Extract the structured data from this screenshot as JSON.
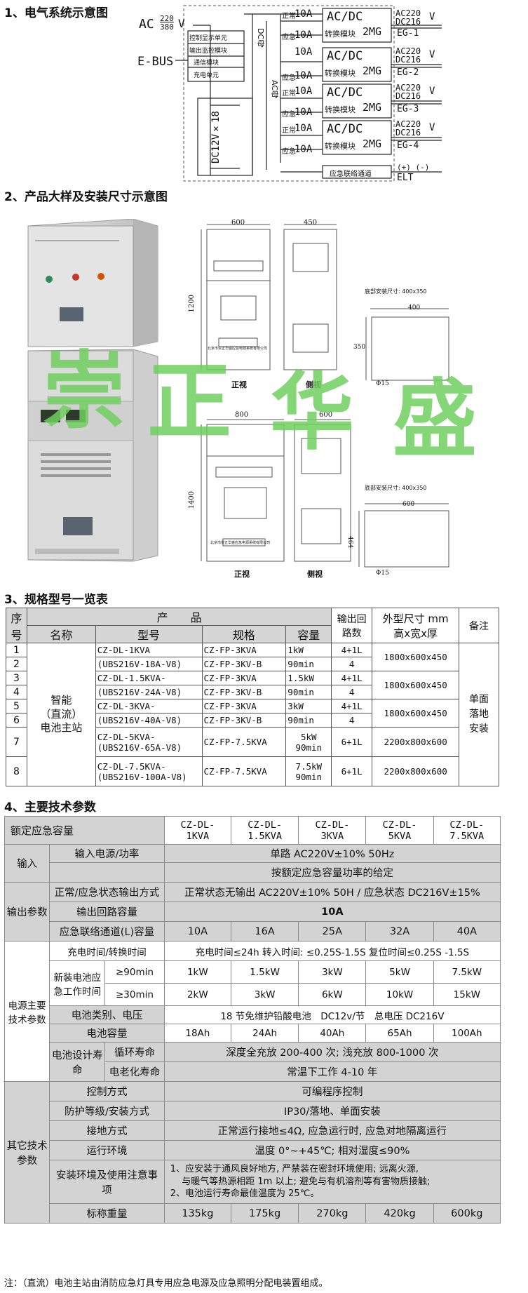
{
  "sections": {
    "s1": "1、电气系统示意图",
    "s2": "2、产品大样及安装尺寸示意图",
    "s3": "3、规格型号一览表",
    "s4": "4、主要技术参数"
  },
  "diagram": {
    "ac_in": "AC",
    "ac_v1": "220",
    "ac_v2": "380",
    "ac_unit": "V",
    "ebus": "E-BUS",
    "modules": [
      "控制显示单元",
      "输出监控模块",
      "通信模块",
      "充电单元"
    ],
    "battery": "DC12V×18",
    "dc_bus": "DC母",
    "ac_bus": "AC母",
    "branches": [
      {
        "normal": "正常",
        "emerg": "应急",
        "amp": "10A",
        "conv1": "AC/DC",
        "conv2": "转换模块",
        "conv3": "2MG",
        "out_ac": "AC220",
        "out_dc": "DC216",
        "out_v": "V",
        "eg": "EG-1"
      },
      {
        "normal": "",
        "emerg": "应急",
        "amp": "10A",
        "conv1": "AC/DC",
        "conv2": "转换模块",
        "conv3": "2MG",
        "out_ac": "AC220",
        "out_dc": "DC216",
        "out_v": "V",
        "eg": "EG-2"
      },
      {
        "normal": "正常",
        "emerg": "应急",
        "amp": "10A",
        "conv1": "AC/DC",
        "conv2": "转换模块",
        "conv3": "2MG",
        "out_ac": "AC220",
        "out_dc": "DC216",
        "out_v": "V",
        "eg": "EG-3"
      },
      {
        "normal": "正常",
        "emerg": "应急",
        "amp": "10A",
        "conv1": "AC/DC",
        "conv2": "转换模块",
        "conv3": "2MG",
        "out_ac": "AC220",
        "out_dc": "DC216",
        "out_v": "V",
        "eg": "EG-4"
      }
    ],
    "link": "应急联络通道",
    "elt_pol": "(+)  (-)",
    "elt": "ELT"
  },
  "drawings": {
    "top": {
      "w_front": "600",
      "w_side": "450",
      "h": "1200",
      "front": "正视",
      "side": "侧视",
      "base_note": "底部安装尺寸: 400x350",
      "base_w": "400",
      "base_h": "350",
      "hole": "Φ15",
      "company": "北京市崇正华盛应急电源系统有限公司"
    },
    "bottom": {
      "w_front": "800",
      "w_side": "600",
      "h": "1400",
      "front": "正视",
      "side": "侧视",
      "base_note": "底部安装尺寸: 400x350",
      "base_w": "600",
      "base_h": "464",
      "hole": "Φ15",
      "company": "北京市崇正华盛应急电源系统有限公司"
    }
  },
  "watermark": [
    "崇",
    "正",
    "华",
    "盛"
  ],
  "spec": {
    "h_seq": "序号",
    "h_product": "产　　品",
    "h_out": "输出回路数",
    "h_dim": "外型尺寸 mm",
    "h_dim2": "高x宽x厚",
    "h_note": "备注",
    "h_name": "名称",
    "h_model": "型号",
    "h_size": "规格",
    "h_cap": "容量",
    "name1": "智能",
    "name2": "（直流）",
    "name3": "电池主站",
    "note1": "单面",
    "note2": "落地",
    "note3": "安装",
    "rows": [
      {
        "no": "1",
        "model": "CZ-DL-1KVA",
        "spec": "CZ-FP-3KVA",
        "cap": "1kW",
        "out": "4+1L"
      },
      {
        "no": "2",
        "model": "(UBS216V-18A-V8)",
        "spec": "CZ-FP-3KV-B",
        "cap": "90min",
        "out": "4"
      },
      {
        "no": "3",
        "model": "CZ-DL-1.5KVA-",
        "spec": "CZ-FP-3KVA",
        "cap": "1.5kW",
        "out": "4+1L"
      },
      {
        "no": "4",
        "model": "(UBS216V-24A-V8)",
        "spec": "CZ-FP-3KV-B",
        "cap": "90min",
        "out": "4"
      },
      {
        "no": "5",
        "model": "CZ-DL-3KVA-",
        "spec": "CZ-FP-3KVA",
        "cap": "3kW",
        "out": "4+1L"
      },
      {
        "no": "6",
        "model": "(UBS216V-40A-V8)",
        "spec": "CZ-FP-3KV-B",
        "cap": "90min",
        "out": "4"
      }
    ],
    "dims": [
      "1800x600x450",
      "1800x600x450",
      "1800x600x450",
      "2200x800x600",
      "2200x800x600"
    ],
    "r7": {
      "no": "7",
      "model1": "CZ-DL-5KVA-",
      "model2": "(UBS216V-65A-V8)",
      "spec": "CZ-FP-7.5KVA",
      "cap1": "5kW",
      "cap2": "90min",
      "out": "6+1L"
    },
    "r8": {
      "no": "8",
      "model1": "CZ-DL-7.5KVA-",
      "model2": "(UBS216V-100A-V8)",
      "spec": "CZ-FP-7.5KVA",
      "cap1": "7.5kW",
      "cap2": "90min",
      "out": "6+1L"
    }
  },
  "params": {
    "rated": "额定应急容量",
    "models": [
      [
        "CZ-DL-",
        "1KVA"
      ],
      [
        "CZ-DL-",
        "1.5KVA"
      ],
      [
        "CZ-DL-",
        "3KVA"
      ],
      [
        "CZ-DL-",
        "5KVA"
      ],
      [
        "CZ-DL-",
        "7.5KVA"
      ]
    ],
    "g_input": "输入",
    "in_power": "输入电源/功率",
    "in_power_v": "单路 AC220V±10% 50Hz",
    "in_power_v2": "按额定应急容量功率的给定",
    "g_output": "输出参数",
    "out_mode": "正常/应急状态输出方式",
    "out_mode_v": "正常状态无输出 AC220V±10% 50H / 应急状态 DC216V±15%",
    "out_loops": "输出回路容量",
    "out_loops_v": "10A",
    "out_link": "应急联络通道(L)容量",
    "out_link_v": [
      "10A",
      "16A",
      "25A",
      "32A",
      "40A"
    ],
    "g_power": "电源主要技术参数",
    "charge": "充电时间/转换时间",
    "charge_v": "充电时间≤24h 转入时间: ≤0.25S-1.5S 复位时间≤0.25S -1.5S",
    "new_bat": "新装电池应急工作时间",
    "t90": "≥90min",
    "t90_v": [
      "1kW",
      "1.5kW",
      "3kW",
      "5kW",
      "7.5kW"
    ],
    "t30": "≥30min",
    "t30_v": [
      "2kW",
      "3kW",
      "6kW",
      "10kW",
      "15kW"
    ],
    "bat_type": "电池类别、电压",
    "bat_type_v": "18 节免维护铅酸电池　DC12v/节　总电压 DC216V",
    "bat_cap": "电池容量",
    "bat_cap_v": [
      "18Ah",
      "24Ah",
      "40Ah",
      "65Ah",
      "100Ah"
    ],
    "bat_life": "电池设计寿命",
    "cycle": "循环寿命",
    "cycle_v": "深度全充放 200-400 次; 浅充放 800-1000 次",
    "aging": "电老化寿命",
    "aging_v": "常温下工作 4-10 年",
    "g_other": "其它技术参数",
    "ctrl": "控制方式",
    "ctrl_v": "可编程序控制",
    "prot": "防护等级/安装方式",
    "prot_v": "IP30/落地、单面安装",
    "ground": "接地方式",
    "ground_v": "正常运行接地≤4Ω, 应急运行时, 应急对地隔离运行",
    "env": "运行环境",
    "env_v": "温度 0°~+45℃; 相对湿度≤90%",
    "install": "安装环境及使用注意事项",
    "install_v1": "1、应安装于通风良好地方, 严禁装在密封环境使用; 远离火源,",
    "install_v2": "与暖气等热源相距 1m 以上; 避免与有机溶剂等有害物质接触;",
    "install_v3": "2、电池运行寿命最佳温度为 25℃。",
    "weight": "标称重量",
    "weight_v": [
      "135kg",
      "175kg",
      "270kg",
      "420kg",
      "600kg"
    ]
  },
  "footnote": "注：（直流）电池主站由消防应急灯具专用应急电源及应急照明分配电装置组成。"
}
